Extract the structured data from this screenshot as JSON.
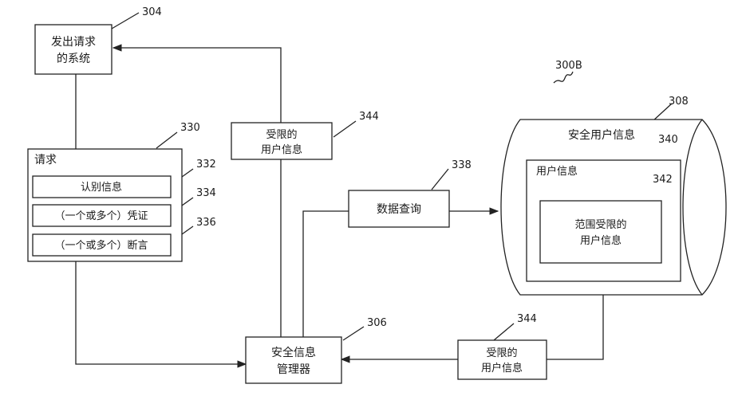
{
  "figure_label": "300B",
  "requesting_system": {
    "ref": "304",
    "line1": "发出请求",
    "line2": "的系统"
  },
  "request": {
    "ref": "330",
    "title": "请求",
    "items": [
      {
        "ref": "332",
        "label": "认别信息"
      },
      {
        "ref": "334",
        "label": "（一个或多个）凭证"
      },
      {
        "ref": "336",
        "label": "（一个或多个）断言"
      }
    ]
  },
  "restricted_top": {
    "ref": "344",
    "line1": "受限的",
    "line2": "用户信息"
  },
  "data_query": {
    "ref": "338",
    "label": "数据查询"
  },
  "secure_store": {
    "ref": "308",
    "title": "安全用户信息",
    "user_info": {
      "ref": "340",
      "label": "用户信息"
    },
    "scoped": {
      "ref": "342",
      "line1": "范围受限的",
      "line2": "用户信息"
    }
  },
  "manager": {
    "ref": "306",
    "line1": "安全信息",
    "line2": "管理器"
  },
  "restricted_bottom": {
    "ref": "344",
    "line1": "受限的",
    "line2": "用户信息"
  }
}
